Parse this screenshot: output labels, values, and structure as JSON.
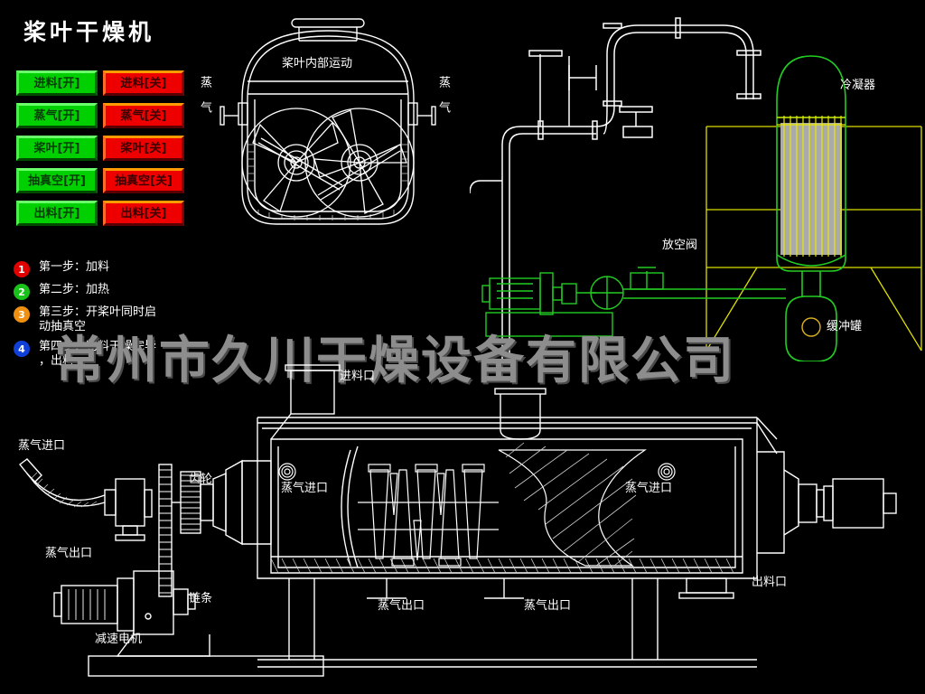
{
  "page": {
    "title": "桨叶干燥机",
    "background_color": "#000000",
    "watermark": "常州市久川干燥设备有限公司"
  },
  "controls": {
    "rows": [
      {
        "on_label": "进料[开]",
        "off_label": "进料[关]"
      },
      {
        "on_label": "蒸气[开]",
        "off_label": "蒸气[关]"
      },
      {
        "on_label": "桨叶[开]",
        "off_label": "桨叶[关]"
      },
      {
        "on_label": "抽真空[开]",
        "off_label": "抽真空[关]"
      },
      {
        "on_label": "出料[开]",
        "off_label": "出料[关]"
      }
    ],
    "on_color": "#00d000",
    "off_color": "#ee0000"
  },
  "steps": [
    {
      "number": "1",
      "text": "第一步：加料",
      "color": "#e00000"
    },
    {
      "number": "2",
      "text": "第二步：加热",
      "color": "#19c219"
    },
    {
      "number": "3",
      "text": "第三步：开桨叶同时启\n动抽真空",
      "color": "#f09010"
    },
    {
      "number": "4",
      "text": "第四步：物料干燥完毕\n，出料",
      "color": "#1040d8"
    }
  ],
  "cross_section": {
    "caption": "桨叶内部运动",
    "steam_left": "蒸\n气",
    "steam_right": "蒸\n气"
  },
  "vacuum_system": {
    "condenser": "冷凝器",
    "vent_valve": "放空阀",
    "buffer_tank": "缓冲罐",
    "condenser_color": "#22cc22",
    "frame_color": "#dede00",
    "tube_color": "#e8e800"
  },
  "dryer": {
    "feed_inlet": "进料口",
    "discharge_outlet": "出料口",
    "steam_inlet_left_ext": "蒸气进口",
    "steam_outlet_left_ext": "蒸气出口",
    "steam_inlet_body_left": "蒸气进口",
    "steam_inlet_body_right": "蒸气进口",
    "steam_outlet_bottom_left": "蒸气出口",
    "steam_outlet_bottom_right": "蒸气出口",
    "gear": "齿轮",
    "chain": "链条",
    "gear_motor": "减速电机"
  }
}
